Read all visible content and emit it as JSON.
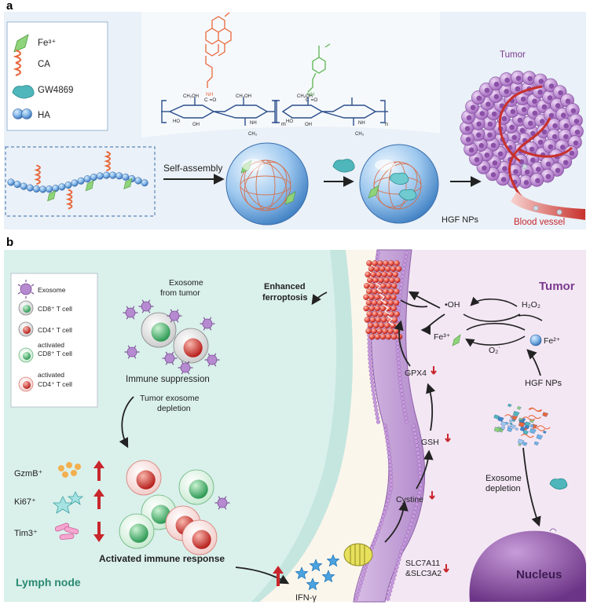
{
  "panel_a": {
    "label": "a",
    "legend": {
      "fe3": "Fe³⁺",
      "ca": "CA",
      "gw": "GW4869",
      "ha": "HA"
    },
    "structure": {
      "nh_left": "NH",
      "co_left": "C =O",
      "ch2oh_1": "CH₂OH",
      "nh_1": "NH",
      "oh_1": "OH",
      "ho_1": "HO",
      "ch3_1": "CH₃",
      "ch2oh_2": "CH₂OH",
      "m": "m",
      "nh_right": "NH",
      "co_right": "C =O",
      "ch2oh_3": "CH₂OH",
      "nh_3": "NH",
      "oh_3": "OH",
      "ho_3": "HO",
      "ch3_3": "CH₃",
      "n": "n"
    },
    "self_assembly": "Self-assembly",
    "hgf_nps": "HGF NPs",
    "tumor": "Tumor",
    "blood_vessel": "Blood vessel"
  },
  "panel_b": {
    "label": "b",
    "legend": {
      "exosome": "Exosome",
      "cd8": "CD8⁺ T cell",
      "cd4": "CD4⁺ T cell",
      "act_cd8_1": "activated",
      "act_cd8_2": "CD8⁺ T cell",
      "act_cd4_1": "activated",
      "act_cd4_2": "CD4⁺ T cell"
    },
    "exosome_from_tumor_1": "Exosome",
    "exosome_from_tumor_2": "from tumor",
    "immune_suppression": "Immune suppression",
    "depletion_1": "Tumor exosome",
    "depletion_2": "depletion",
    "gzmb": "GzmB⁺",
    "ki67": "Ki67⁺",
    "tim3": "Tim3⁺",
    "activated_response": "Activated immune response",
    "lymph_node": "Lymph node",
    "ifn": "IFN-γ",
    "enhanced_1": "Enhanced",
    "enhanced_2": "ferroptosis",
    "tumor": "Tumor",
    "oh": "•OH",
    "h2o2": "H₂O₂",
    "fe3": "Fe³⁺",
    "fe2": "Fe²⁺",
    "o2": "O₂˙",
    "gpx4": "GPX4",
    "gsh": "GSH",
    "cystine": "Cystine",
    "slc_1": "SLC7A11",
    "slc_2": "&SLC3A2",
    "hgf_nps": "HGF NPs",
    "exo_dep_1": "Exosome",
    "exo_dep_2": "depletion",
    "nucleus": "Nucleus"
  },
  "colors": {
    "membrane_purple": "#a77bc2",
    "lymph_teal": "#b7dfd8",
    "ca_orange": "#e8683c",
    "fe_green": "#8fd37a",
    "ha_blue": "#3d86c8",
    "gw_teal": "#4fb7bb",
    "down_red": "#c8262c",
    "tumor_purple": "#7a3a8e"
  }
}
